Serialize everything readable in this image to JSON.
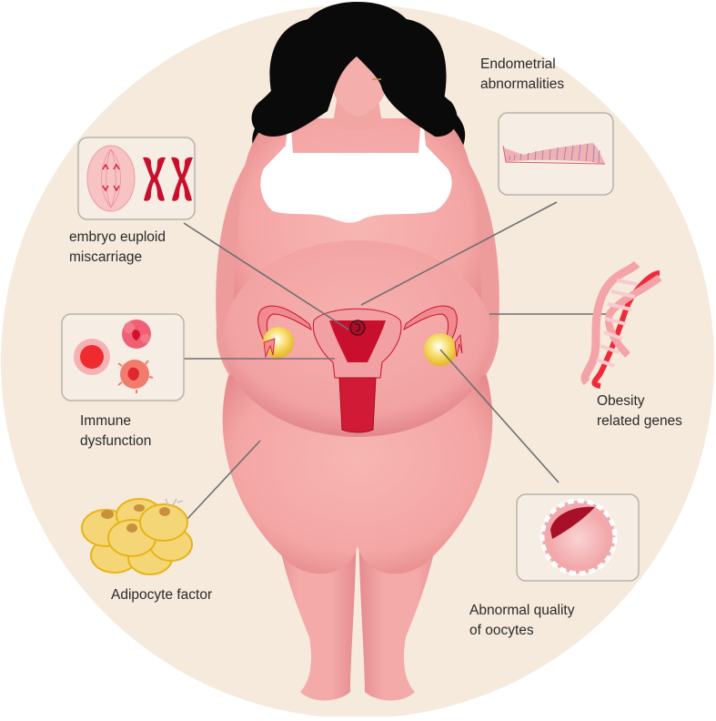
{
  "diagram": {
    "colors": {
      "background": "#ffffff",
      "circle": "#f5eadc",
      "skin": "#f4a9a8",
      "skin_shadow": "#e58a8c",
      "hair": "#0a0a0a",
      "bra": "#ffffff",
      "uterus": "#f08a8f",
      "uterus_dark": "#c8102e",
      "ovary": "#f3d23c",
      "connector": "#707070",
      "panel_border": "#b9b3ab"
    },
    "center_figure": "obese-woman-with-uterus",
    "factors": [
      {
        "id": "endometrial",
        "lines": [
          "Endometrial",
          "abnormalities"
        ],
        "icon": "endometrium-tissue-icon"
      },
      {
        "id": "euploid",
        "lines": [
          "embryo euploid",
          "miscarriage"
        ],
        "icon": "cell-division-chromosomes-icon"
      },
      {
        "id": "genes",
        "lines": [
          "Obesity",
          "related genes"
        ],
        "icon": "dna-helix-icon"
      },
      {
        "id": "immune",
        "lines": [
          "Immune",
          "dysfunction"
        ],
        "icon": "immune-cells-icon"
      },
      {
        "id": "adipocyte",
        "lines": [
          "Adipocyte factor"
        ],
        "icon": "adipocyte-cluster-icon"
      },
      {
        "id": "oocyte",
        "lines": [
          "Abnormal quality",
          "of oocytes"
        ],
        "icon": "oocyte-icon"
      }
    ]
  }
}
